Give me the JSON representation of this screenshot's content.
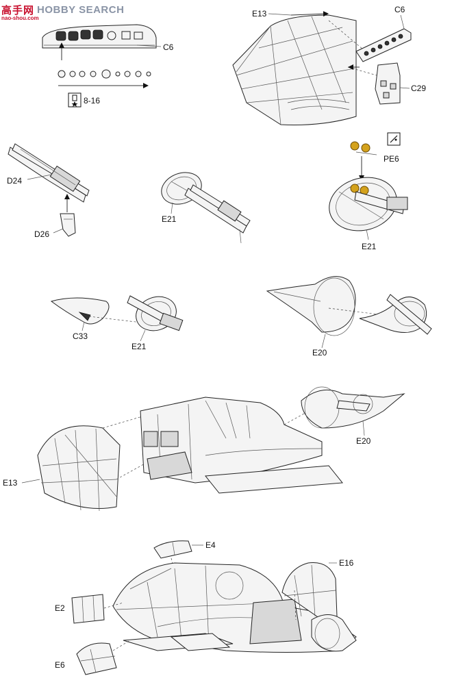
{
  "watermark": {
    "chinese": "高手网",
    "english": "HOBBY SEARCH",
    "url": "nao-shou.com"
  },
  "labels": {
    "c6_top": "C6",
    "c6_panel": "C6",
    "e13_top": "E13",
    "c29": "C29",
    "decal_ref": "8-16",
    "d24": "D24",
    "d26": "D26",
    "e21_a": "E21",
    "e21_b": "E21",
    "pe6": "PE6",
    "c33": "C33",
    "e21_c": "E21",
    "e20_a": "E20",
    "e20_b": "E20",
    "e13_mid": "E13",
    "e4": "E4",
    "e16": "E16",
    "e2": "E2",
    "e6": "E6"
  },
  "colors": {
    "photo_etch": "#d4a21c",
    "watermark_red": "#c8102e"
  }
}
